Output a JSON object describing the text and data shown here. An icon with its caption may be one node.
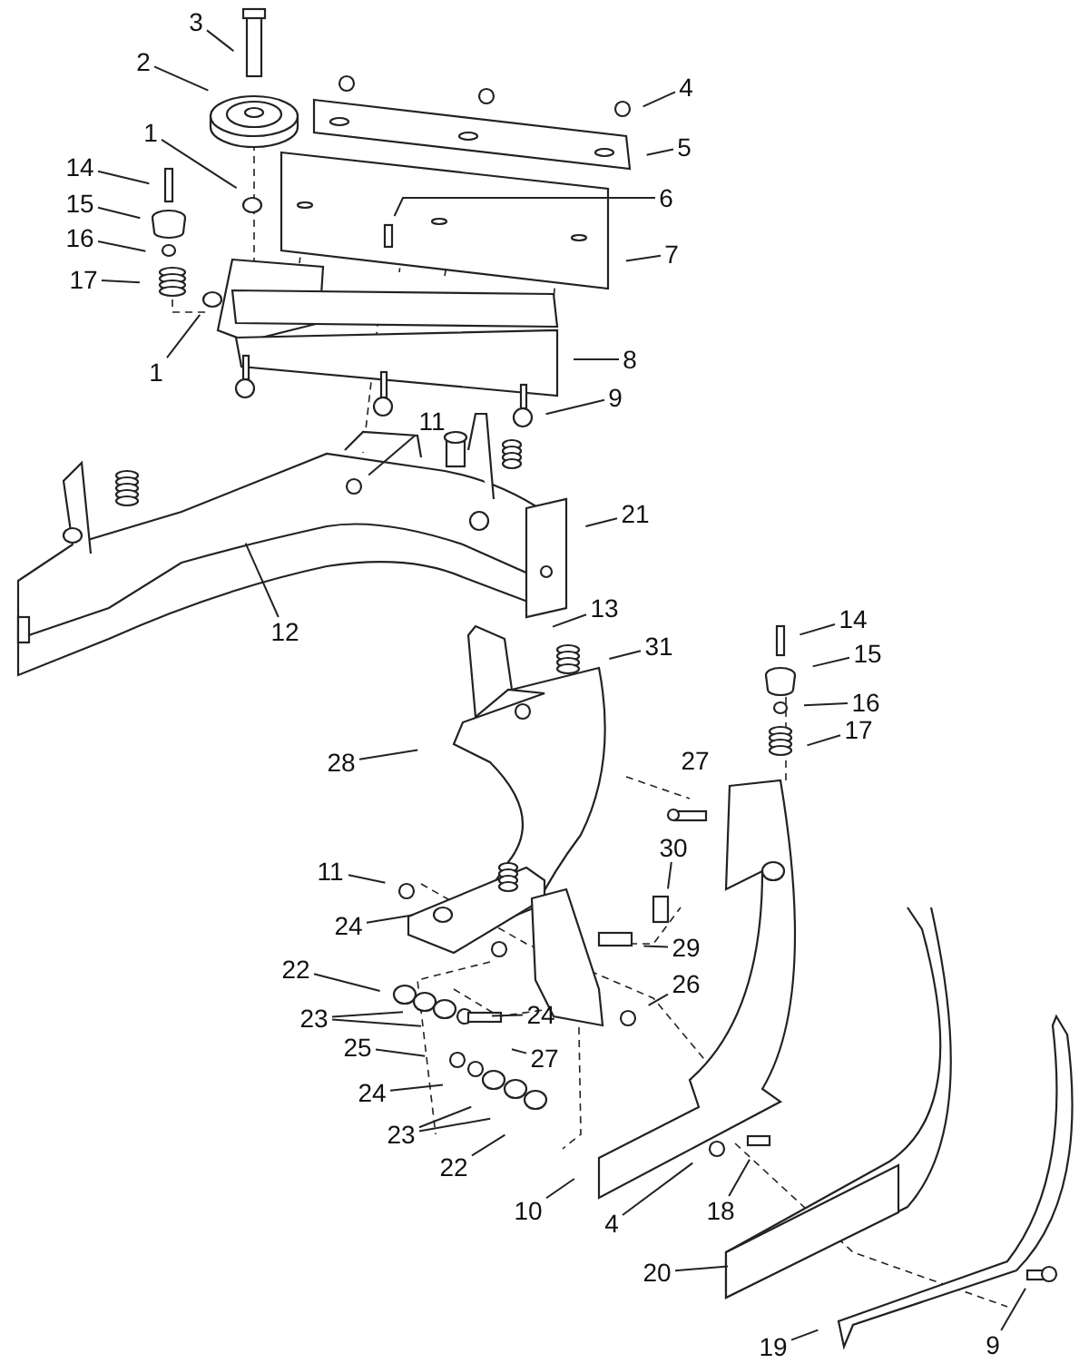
{
  "diagram": {
    "nodes": [
      {
        "text": [
          "3"
        ]
      },
      {
        "text": [
          "2"
        ]
      },
      {
        "text": [
          "4"
        ]
      },
      {
        "text": [
          "1"
        ]
      },
      {
        "text": [
          "5"
        ]
      },
      {
        "text": [
          "14"
        ]
      },
      {
        "text": [
          "6"
        ]
      },
      {
        "text": [
          "15"
        ]
      },
      {
        "text": [
          "16"
        ]
      },
      {
        "text": [
          "7"
        ]
      },
      {
        "text": [
          "17"
        ]
      },
      {
        "text": [
          "8"
        ]
      },
      {
        "text": [
          "1"
        ]
      },
      {
        "text": [
          "9"
        ]
      },
      {
        "text": [
          "11"
        ]
      },
      {
        "text": [
          "21"
        ]
      },
      {
        "text": [
          "13"
        ]
      },
      {
        "text": [
          "12"
        ]
      },
      {
        "text": [
          "14"
        ]
      },
      {
        "text": [
          "31"
        ]
      },
      {
        "text": [
          "15"
        ]
      },
      {
        "text": [
          "16"
        ]
      },
      {
        "text": [
          "17"
        ]
      },
      {
        "text": [
          "28"
        ]
      },
      {
        "text": [
          "30"
        ]
      },
      {
        "text": [
          "11"
        ]
      },
      {
        "text": [
          "24"
        ]
      },
      {
        "text": [
          "29"
        ]
      },
      {
        "text": [
          "22"
        ]
      },
      {
        "text": [
          "26"
        ]
      },
      {
        "text": [
          "24"
        ]
      },
      {
        "text": [
          "23"
        ]
      },
      {
        "text": [
          "25"
        ]
      },
      {
        "text": [
          "27"
        ]
      },
      {
        "text": [
          "24"
        ]
      },
      {
        "text": [
          "23"
        ]
      },
      {
        "text": [
          "22"
        ]
      },
      {
        "text": [
          "10"
        ]
      },
      {
        "text": [
          "18"
        ]
      },
      {
        "text": [
          "4"
        ]
      },
      {
        "text": [
          "20"
        ]
      },
      {
        "text": [
          "19"
        ]
      },
      {
        "text": [
          "9"
        ]
      }
    ],
    "edges": [
      {
        "from": 0,
        "to": null,
        "arrow": "none"
      },
      {
        "from": 1,
        "to": null,
        "arrow": "none"
      },
      {
        "from": 2,
        "to": null,
        "arrow": "none"
      },
      {
        "from": 3,
        "to": null,
        "arrow": "none"
      },
      {
        "from": 4,
        "to": null,
        "arrow": "none"
      },
      {
        "from": 5,
        "to": null,
        "arrow": "none"
      },
      {
        "from": 6,
        "to": null,
        "arrow": "none"
      },
      {
        "from": 7,
        "to": null,
        "arrow": "none"
      },
      {
        "from": 8,
        "to": null,
        "arrow": "none"
      },
      {
        "from": 9,
        "to": null,
        "arrow": "none"
      },
      {
        "from": 10,
        "to": null,
        "arrow": "none"
      },
      {
        "from": 11,
        "to": null,
        "arrow": "none"
      },
      {
        "from": 12,
        "to": null,
        "arrow": "none"
      },
      {
        "from": 13,
        "to": null,
        "arrow": "none"
      },
      {
        "from": 14,
        "to": null,
        "arrow": "none"
      },
      {
        "from": 15,
        "to": null,
        "arrow": "none"
      },
      {
        "from": 16,
        "to": null,
        "arrow": "none"
      },
      {
        "from": 17,
        "to": null,
        "arrow": "none"
      },
      {
        "from": 18,
        "to": null,
        "arrow": "none"
      },
      {
        "from": 19,
        "to": null,
        "arrow": "none"
      },
      {
        "from": 20,
        "to": null,
        "arrow": "none"
      },
      {
        "from": 21,
        "to": null,
        "arrow": "none"
      },
      {
        "from": 22,
        "to": null,
        "arrow": "none"
      },
      {
        "from": 23,
        "to": null,
        "arrow": "none"
      },
      {
        "from": 24,
        "to": null,
        "arrow": "none"
      },
      {
        "from": 25,
        "to": null,
        "arrow": "none"
      },
      {
        "from": 26,
        "to": null,
        "arrow": "none"
      },
      {
        "from": 27,
        "to": null,
        "arrow": "none"
      },
      {
        "from": 28,
        "to": null,
        "arrow": "none"
      },
      {
        "from": 29,
        "to": null,
        "arrow": "none"
      },
      {
        "from": 30,
        "to": null,
        "arrow": "none"
      },
      {
        "from": 31,
        "to": null,
        "arrow": "none"
      },
      {
        "from": 31,
        "to": null,
        "arrow": "none"
      },
      {
        "from": 32,
        "to": null,
        "arrow": "none"
      },
      {
        "from": 33,
        "to": null,
        "arrow": "none"
      },
      {
        "from": 34,
        "to": null,
        "arrow": "none"
      },
      {
        "from": 35,
        "to": null,
        "arrow": "none"
      },
      {
        "from": 35,
        "to": null,
        "arrow": "none"
      },
      {
        "from": 36,
        "to": null,
        "arrow": "none"
      },
      {
        "from": 37,
        "to": null,
        "arrow": "none"
      },
      {
        "from": 38,
        "to": null,
        "arrow": "none"
      },
      {
        "from": 39,
        "to": null,
        "arrow": "none"
      },
      {
        "from": 40,
        "to": null,
        "arrow": "none"
      },
      {
        "from": 41,
        "to": null,
        "arrow": "none"
      },
      {
        "from": 42,
        "to": null,
        "arrow": "none"
      }
    ],
    "labels": [
      "27"
    ]
  }
}
